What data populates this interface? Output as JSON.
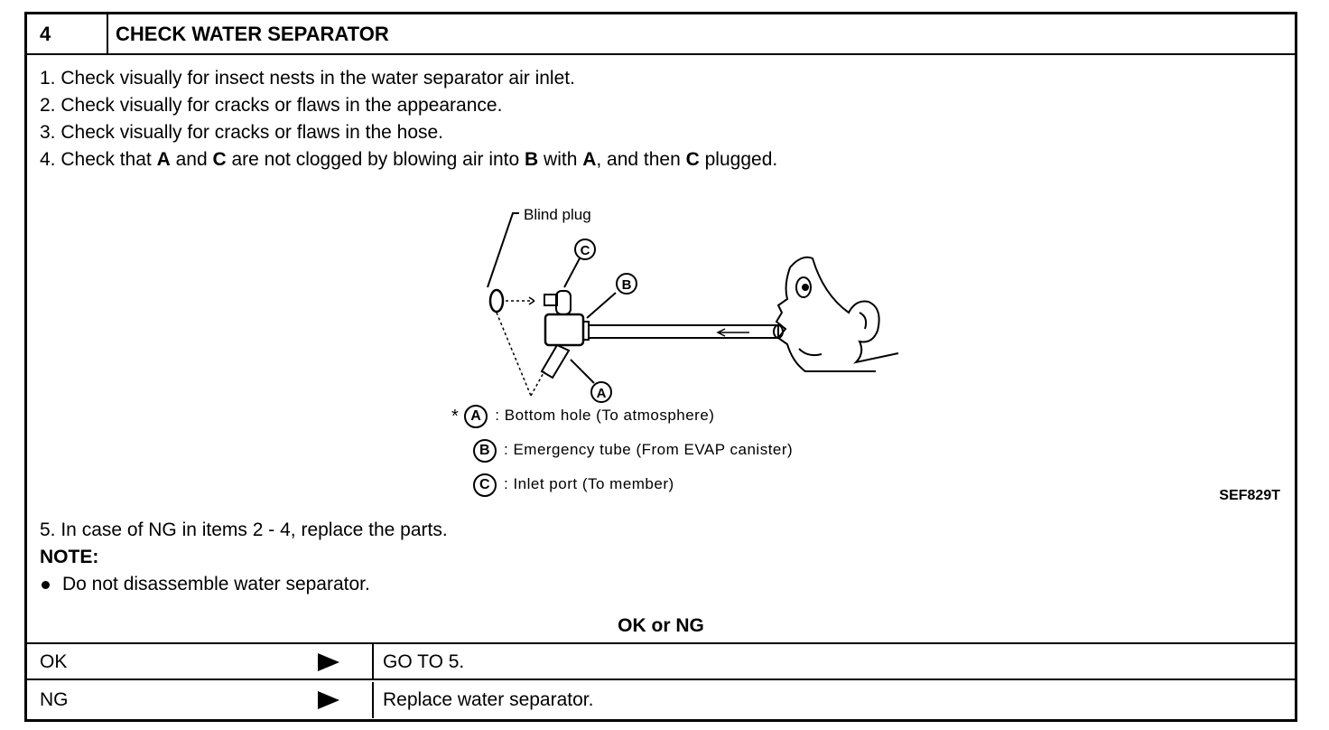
{
  "header": {
    "step_number": "4",
    "title": "CHECK WATER SEPARATOR"
  },
  "steps": [
    [
      {
        "t": "1.  Check visually for insect nests in the water separator air inlet."
      }
    ],
    [
      {
        "t": "2.  Check visually for cracks or flaws in the appearance."
      }
    ],
    [
      {
        "t": "3.  Check visually for cracks or flaws in the hose."
      }
    ],
    [
      {
        "t": "4.  Check that "
      },
      {
        "t": "A",
        "b": true
      },
      {
        "t": " and "
      },
      {
        "t": "C",
        "b": true
      },
      {
        "t": " are not clogged by blowing air into "
      },
      {
        "t": "B",
        "b": true
      },
      {
        "t": " with "
      },
      {
        "t": "A",
        "b": true
      },
      {
        "t": ", and then "
      },
      {
        "t": "C",
        "b": true
      },
      {
        "t": " plugged."
      }
    ]
  ],
  "diagram": {
    "blind_plug_label": "Blind plug",
    "callout_a": "A",
    "callout_b": "B",
    "callout_c": "C"
  },
  "legend": {
    "asterisk": "*",
    "a": {
      "letter": "A",
      "text": ": Bottom hole (To atmosphere)"
    },
    "b": {
      "letter": "B",
      "text": ": Emergency tube (From EVAP canister)"
    },
    "c": {
      "letter": "C",
      "text": ": Inlet port (To member)"
    }
  },
  "figure_code": "SEF829T",
  "step5": "5.  In case of NG in items 2 - 4, replace the parts.",
  "note_label": "NOTE:",
  "note_item": "Do not disassemble water separator.",
  "result_header": "OK or NG",
  "results": {
    "ok": {
      "key": "OK",
      "value": "GO TO 5."
    },
    "ng": {
      "key": "NG",
      "value": "Replace water separator."
    }
  }
}
